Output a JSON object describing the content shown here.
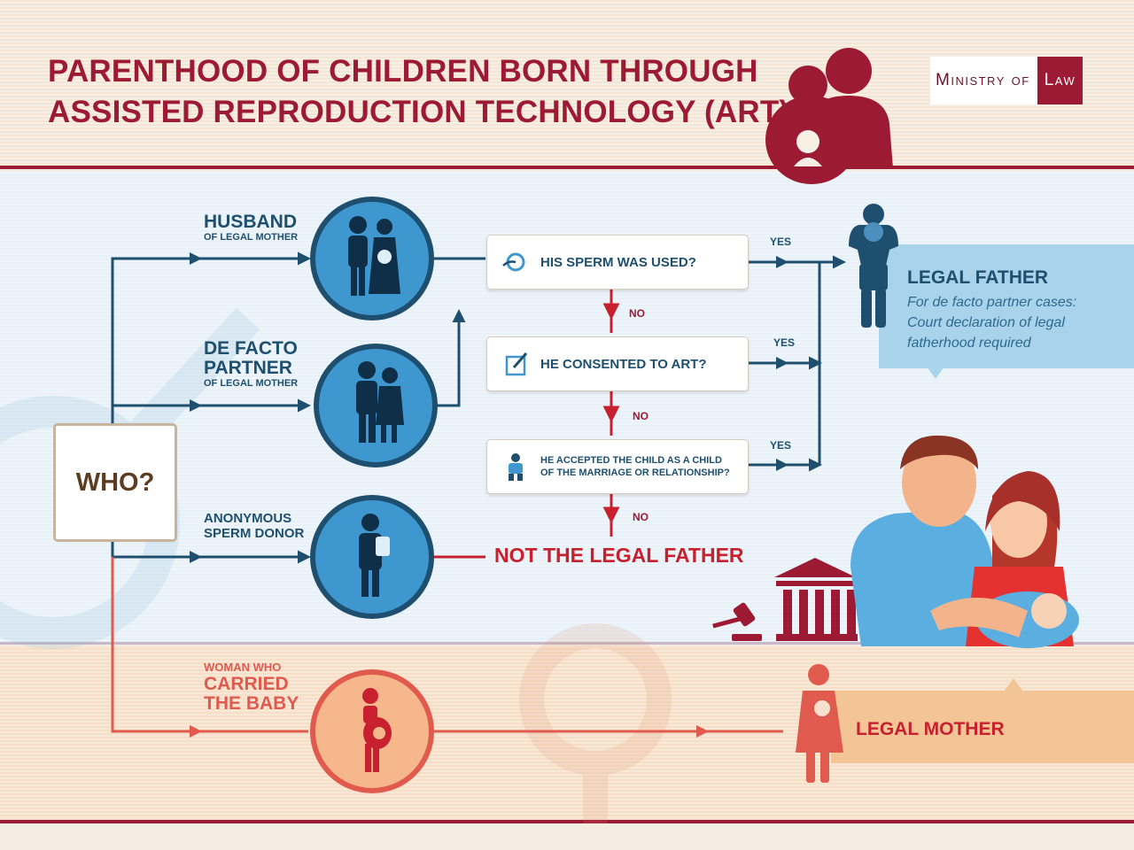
{
  "header": {
    "title_line1": "PARENTHOOD OF CHILDREN BORN THROUGH",
    "title_line2": "ASSISTED REPRODUCTION TECHNOLOGY (ART)",
    "logo_left": "Ministry of",
    "logo_right": "Law"
  },
  "who_label": "WHO?",
  "categories": {
    "husband": {
      "big": "HUSBAND",
      "small": "OF LEGAL MOTHER"
    },
    "partner": {
      "big1": "DE FACTO",
      "big2": "PARTNER",
      "small": "OF LEGAL MOTHER"
    },
    "donor": {
      "line1": "ANONYMOUS",
      "line2": "SPERM DONOR"
    },
    "woman": {
      "small": "WOMAN WHO",
      "big1": "CARRIED",
      "big2": "THE BABY"
    }
  },
  "questions": {
    "q1": "HIS SPERM WAS USED?",
    "q2": "HE CONSENTED TO ART?",
    "q3_line1": "HE ACCEPTED THE CHILD AS A CHILD",
    "q3_line2": "OF THE MARRIAGE OR RELATIONSHIP?"
  },
  "answers": {
    "yes": "YES",
    "no": "NO"
  },
  "outcomes": {
    "not_father": "NOT THE LEGAL FATHER",
    "legal_father": "LEGAL FATHER",
    "legal_father_note": "For de facto partner cases: Court declaration of legal fatherhood required",
    "legal_mother": "LEGAL MOTHER"
  },
  "colors": {
    "maroon": "#9c1a34",
    "navy": "#1f4f6f",
    "blue_circle": "#3e98cf",
    "red": "#c8202e",
    "orange": "#e05a4e"
  }
}
